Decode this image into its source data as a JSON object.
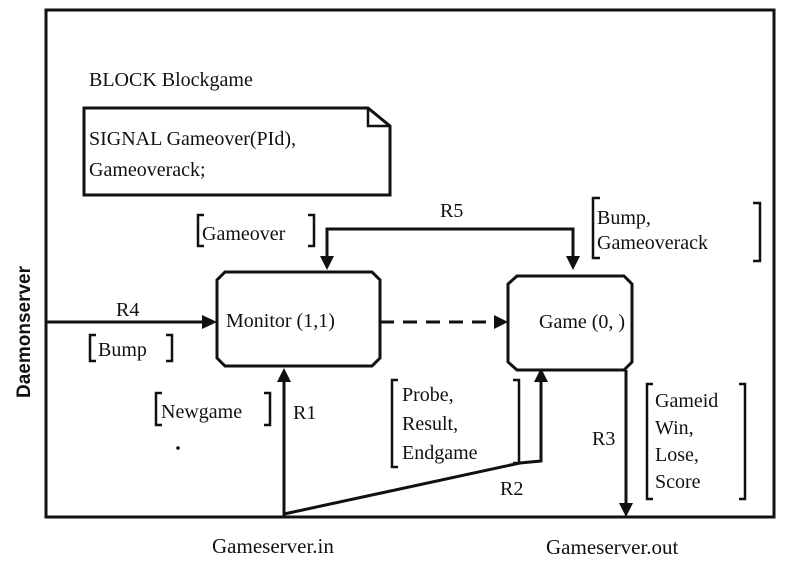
{
  "block": {
    "title": "BLOCK Blockgame",
    "signal_decl": [
      "SIGNAL Gameover(PId),",
      "Gameoverack;"
    ]
  },
  "processes": {
    "monitor": "Monitor (1,1)",
    "game": "Game (0, )"
  },
  "channels": {
    "daemonserver": "Daemonserver",
    "gameserver_in": "Gameserver.in",
    "gameserver_out": "Gameserver.out"
  },
  "routes": {
    "r1": {
      "name": "R1",
      "signals": [
        "Newgame"
      ]
    },
    "r2": {
      "name": "R2",
      "signals": [
        "Probe,",
        "Result,",
        "Endgame"
      ]
    },
    "r3": {
      "name": "R3",
      "signals": [
        "Gameid",
        "Win,",
        "Lose,",
        "Score"
      ]
    },
    "r4": {
      "name": "R4",
      "signals": [
        "Bump"
      ]
    },
    "r5": {
      "name": "R5",
      "signals_to_monitor": [
        "Gameover"
      ],
      "signals_to_game": [
        "Bump,",
        "Gameoverack"
      ]
    }
  }
}
